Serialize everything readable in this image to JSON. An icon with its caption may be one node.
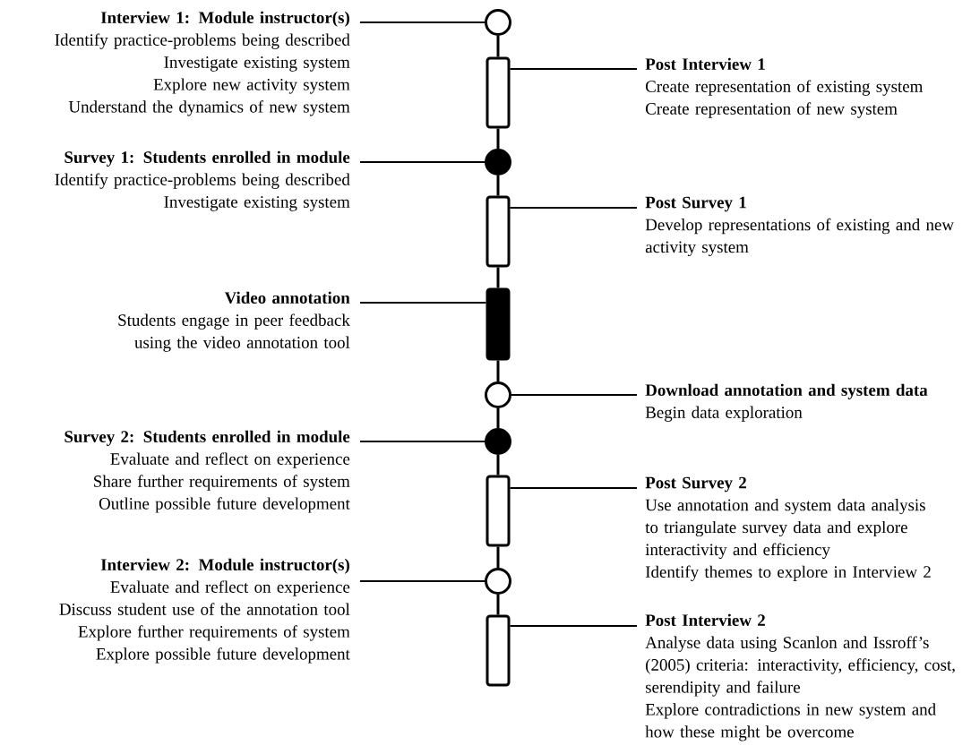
{
  "diagram": {
    "nodes": [
      {
        "text": [
          "Interview 1: Module instructor(s)",
          "Identify practice-problems being described",
          "Investigate existing system",
          "Explore new activity system",
          "Understand the dynamics of new system"
        ]
      },
      {
        "text": [],
        "shape": "circle"
      },
      {
        "text": [],
        "shape": "box"
      },
      {
        "text": [
          "Post Interview 1",
          "Create representation of existing system",
          "Create representation of new system"
        ]
      },
      {
        "text": [
          "Survey 1: Students enrolled in module",
          "Identify practice-problems being described",
          "Investigate existing system"
        ]
      },
      {
        "text": [],
        "shape": "circle"
      },
      {
        "text": [],
        "shape": "box"
      },
      {
        "text": [
          "Post Survey 1",
          "Develop representations of existing and new activity system"
        ]
      },
      {
        "text": [
          "Video annotation",
          "Students engage in peer feedback using the video annotation tool"
        ]
      },
      {
        "text": [],
        "shape": "box"
      },
      {
        "text": [],
        "shape": "circle"
      },
      {
        "text": [
          "Download annotation and system data",
          "Begin data exploration"
        ]
      },
      {
        "text": [
          "Survey 2: Students enrolled in module",
          "Evaluate and reflect on experience",
          "Share further requirements of system",
          "Outline possible future development"
        ]
      },
      {
        "text": [],
        "shape": "circle"
      },
      {
        "text": [],
        "shape": "box"
      },
      {
        "text": [
          "Post Survey 2",
          "Use annotation and system data analysis to triangulate survey data and explore interactivity and efficiency",
          "Identify themes to explore in Interview 2"
        ]
      },
      {
        "text": [
          "Interview 2: Module instructor(s)",
          "Evaluate and reflect on experience",
          "Discuss student use of the annotation tool",
          "Explore further requirements of system",
          "Explore possible future development"
        ]
      },
      {
        "text": [],
        "shape": "circle"
      },
      {
        "text": [],
        "shape": "box"
      },
      {
        "text": [
          "Post Interview 2",
          "Analyse data using Scanlon and Issroff’s (2005) criteria: interactivity, efficiency, cost, serendipity and failure",
          "Explore contradictions in new system and how these might be overcome"
        ]
      }
    ],
    "edges": [
      {
        "from": 1,
        "to": 2,
        "arrow": "none"
      },
      {
        "from": 2,
        "to": 5,
        "arrow": "none"
      },
      {
        "from": 5,
        "to": 6,
        "arrow": "none"
      },
      {
        "from": 6,
        "to": 9,
        "arrow": "none"
      },
      {
        "from": 9,
        "to": 10,
        "arrow": "none"
      },
      {
        "from": 10,
        "to": 13,
        "arrow": "none"
      },
      {
        "from": 13,
        "to": 14,
        "arrow": "none"
      },
      {
        "from": 14,
        "to": 17,
        "arrow": "none"
      },
      {
        "from": 17,
        "to": 18,
        "arrow": "none"
      },
      {
        "from": 0,
        "to": 1,
        "arrow": "none"
      },
      {
        "from": 3,
        "to": 2,
        "arrow": "none"
      },
      {
        "from": 4,
        "to": 5,
        "arrow": "none"
      },
      {
        "from": 7,
        "to": 6,
        "arrow": "none"
      },
      {
        "from": 8,
        "to": 9,
        "arrow": "none"
      },
      {
        "from": 11,
        "to": 10,
        "arrow": "none"
      },
      {
        "from": 12,
        "to": 13,
        "arrow": "none"
      },
      {
        "from": 15,
        "to": 14,
        "arrow": "none"
      },
      {
        "from": 16,
        "to": 17,
        "arrow": "none"
      },
      {
        "from": 19,
        "to": 18,
        "arrow": "none"
      }
    ]
  }
}
